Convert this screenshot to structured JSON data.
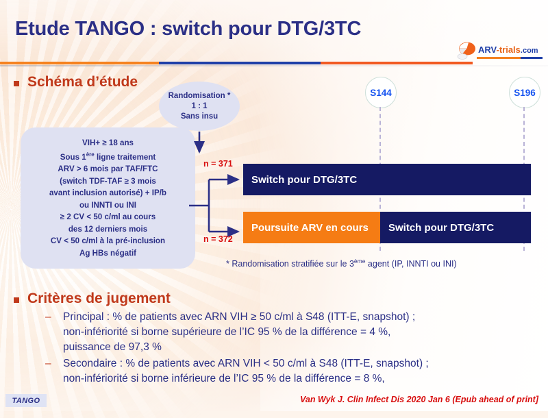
{
  "title": "Etude TANGO : switch pour DTG/3TC",
  "logo": {
    "arv": "ARV",
    "trials": "-trials",
    "com": ".com",
    "icon": "pill-capsule-icon"
  },
  "sections": {
    "schema_heading": "Schéma d’étude",
    "criteria_heading": "Critères de jugement"
  },
  "diagram": {
    "randomisation": {
      "line1": "Randomisation *",
      "line2": "1 : 1",
      "line3": "Sans insu"
    },
    "inclusion_criteria": [
      "VIH+ ≥ 18 ans",
      "Sous 1<sup>ère</sup> ligne traitement",
      "ARV > 6 mois  par TAF/FTC",
      "(switch TDF-TAF ≥ 3 mois",
      "avant inclusion autorisé) + IP/b",
      "ou INNTI ou INI",
      "≥ 2 CV < 50 c/ml au cours",
      "des 12 derniers mois",
      "CV < 50 c/ml à la pré-inclusion",
      "Ag HBs négatif"
    ],
    "arms": [
      {
        "n_label": "n = 371",
        "segments": [
          {
            "label": "Switch pour DTG/3TC",
            "color": "navy"
          }
        ]
      },
      {
        "n_label": "n = 372",
        "segments": [
          {
            "label": "Poursuite ARV en cours",
            "color": "orange"
          },
          {
            "label": "Switch pour DTG/3TC",
            "color": "navy"
          }
        ]
      }
    ],
    "timepoints": [
      {
        "label": "S144"
      },
      {
        "label": "S196"
      }
    ],
    "footnote_pre": "* Randomisation stratifiée sur le 3",
    "footnote_sup": "ème",
    "footnote_post": " agent (IP, INNTI ou INI)"
  },
  "criteria_items": [
    {
      "dash": "–",
      "lines": [
        "Principal : % de patients avec ARN VIH ≥ 50 c/ml à S48  (ITT-E, snapshot) ;",
        "non-infériorité si borne supérieure de l’IC 95 %  de la différence = 4 %,",
        "puissance de 97,3 %"
      ]
    },
    {
      "dash": "–",
      "lines": [
        "Secondaire : % de patients avec ARN VIH < 50 c/ml à S48  (ITT-E, snapshot) ;",
        "non-infériorité si borne inférieure de l’IC 95 %  de la différence = 8 %,"
      ]
    }
  ],
  "footer": {
    "tag": "TANGO",
    "reference": "Van Wyk J. Clin Infect Dis 2020 Jan 6 (Epub ahead of print]"
  },
  "colors": {
    "title_blue": "#2b2f86",
    "heading_red": "#c0391b",
    "arm_navy": "#151a63",
    "arm_orange": "#f57c14",
    "n_red": "#d80f0f",
    "timepoint_blue": "#1452f0",
    "box_lavender": "#dfe1f2",
    "divider_orange": "#f58220",
    "divider_blue": "#1f3fa8"
  }
}
